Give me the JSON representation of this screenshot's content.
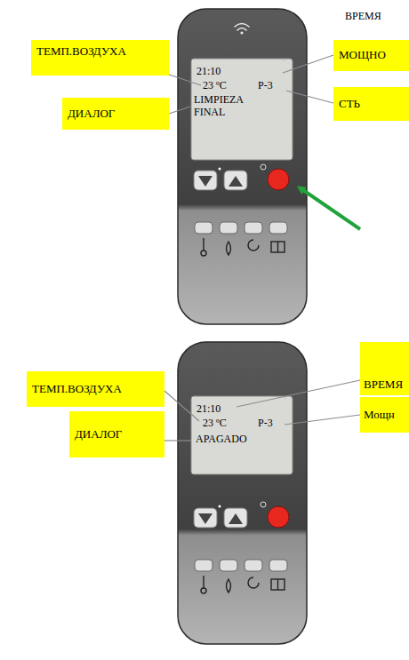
{
  "diagram": {
    "nodes": [
      {
        "text": [
          "ТЕМП.ВОЗДУХА"
        ]
      },
      {
        "text": [
          "МОЩНО"
        ]
      },
      {
        "text": [
          "СТЬ"
        ]
      },
      {
        "text": [
          "ДИАЛОГ"
        ]
      },
      {
        "text": [
          "ТЕМП.ВОЗДУХА"
        ]
      },
      {
        "text": [
          "ВРЕМЯ"
        ]
      },
      {
        "text": [
          "Мощн"
        ]
      },
      {
        "text": [
          "ДИАЛОГ"
        ]
      }
    ],
    "labels": [
      "ВРЕМЯ",
      "21:10",
      "23 ºC",
      "P-3",
      "LIMPIEZA FINAL",
      "21:10",
      "23 ºC",
      "P-3",
      "APAGADO"
    ]
  }
}
